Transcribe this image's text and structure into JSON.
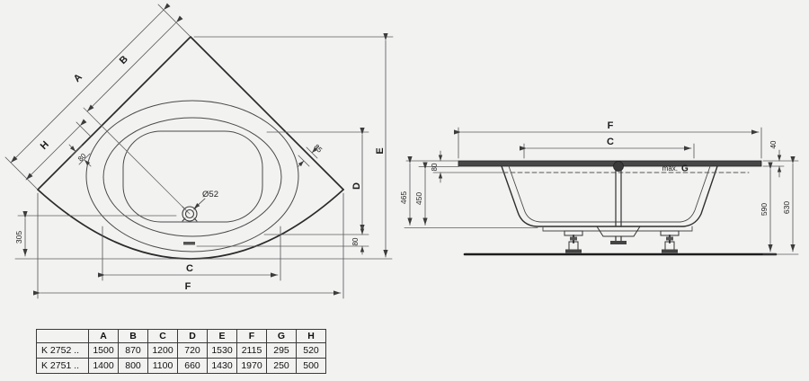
{
  "page": {
    "background": "#f2f2f1"
  },
  "left_view": {
    "name": "corner bathtub top view",
    "labels": {
      "side_a": "A",
      "side_b": "B",
      "width_h": "H",
      "dim_80_diag": "80",
      "dim_85": "85",
      "height_e": "E",
      "depth_d": "D",
      "dim_80_front": "80",
      "dim_305": "305",
      "width_c": "C",
      "width_f": "F",
      "drain_diameter": "Ø52"
    }
  },
  "right_view": {
    "name": "bathtub side elevation",
    "labels": {
      "width_f": "F",
      "width_c": "C",
      "dim_40": "40",
      "dim_80": "80",
      "dim_450": "450",
      "dim_465": "465",
      "dim_590": "590",
      "dim_630": "630",
      "max_label": "max.",
      "g_label": "G"
    }
  },
  "table": {
    "headers": [
      "",
      "A",
      "B",
      "C",
      "D",
      "E",
      "F",
      "G",
      "H"
    ],
    "rows": [
      {
        "model": "K 2752 ..",
        "values": [
          "1500",
          "870",
          "1200",
          "720",
          "1530",
          "2115",
          "295",
          "520"
        ]
      },
      {
        "model": "K 2751 ..",
        "values": [
          "1400",
          "800",
          "1100",
          "660",
          "1430",
          "1970",
          "250",
          "500"
        ]
      }
    ]
  }
}
